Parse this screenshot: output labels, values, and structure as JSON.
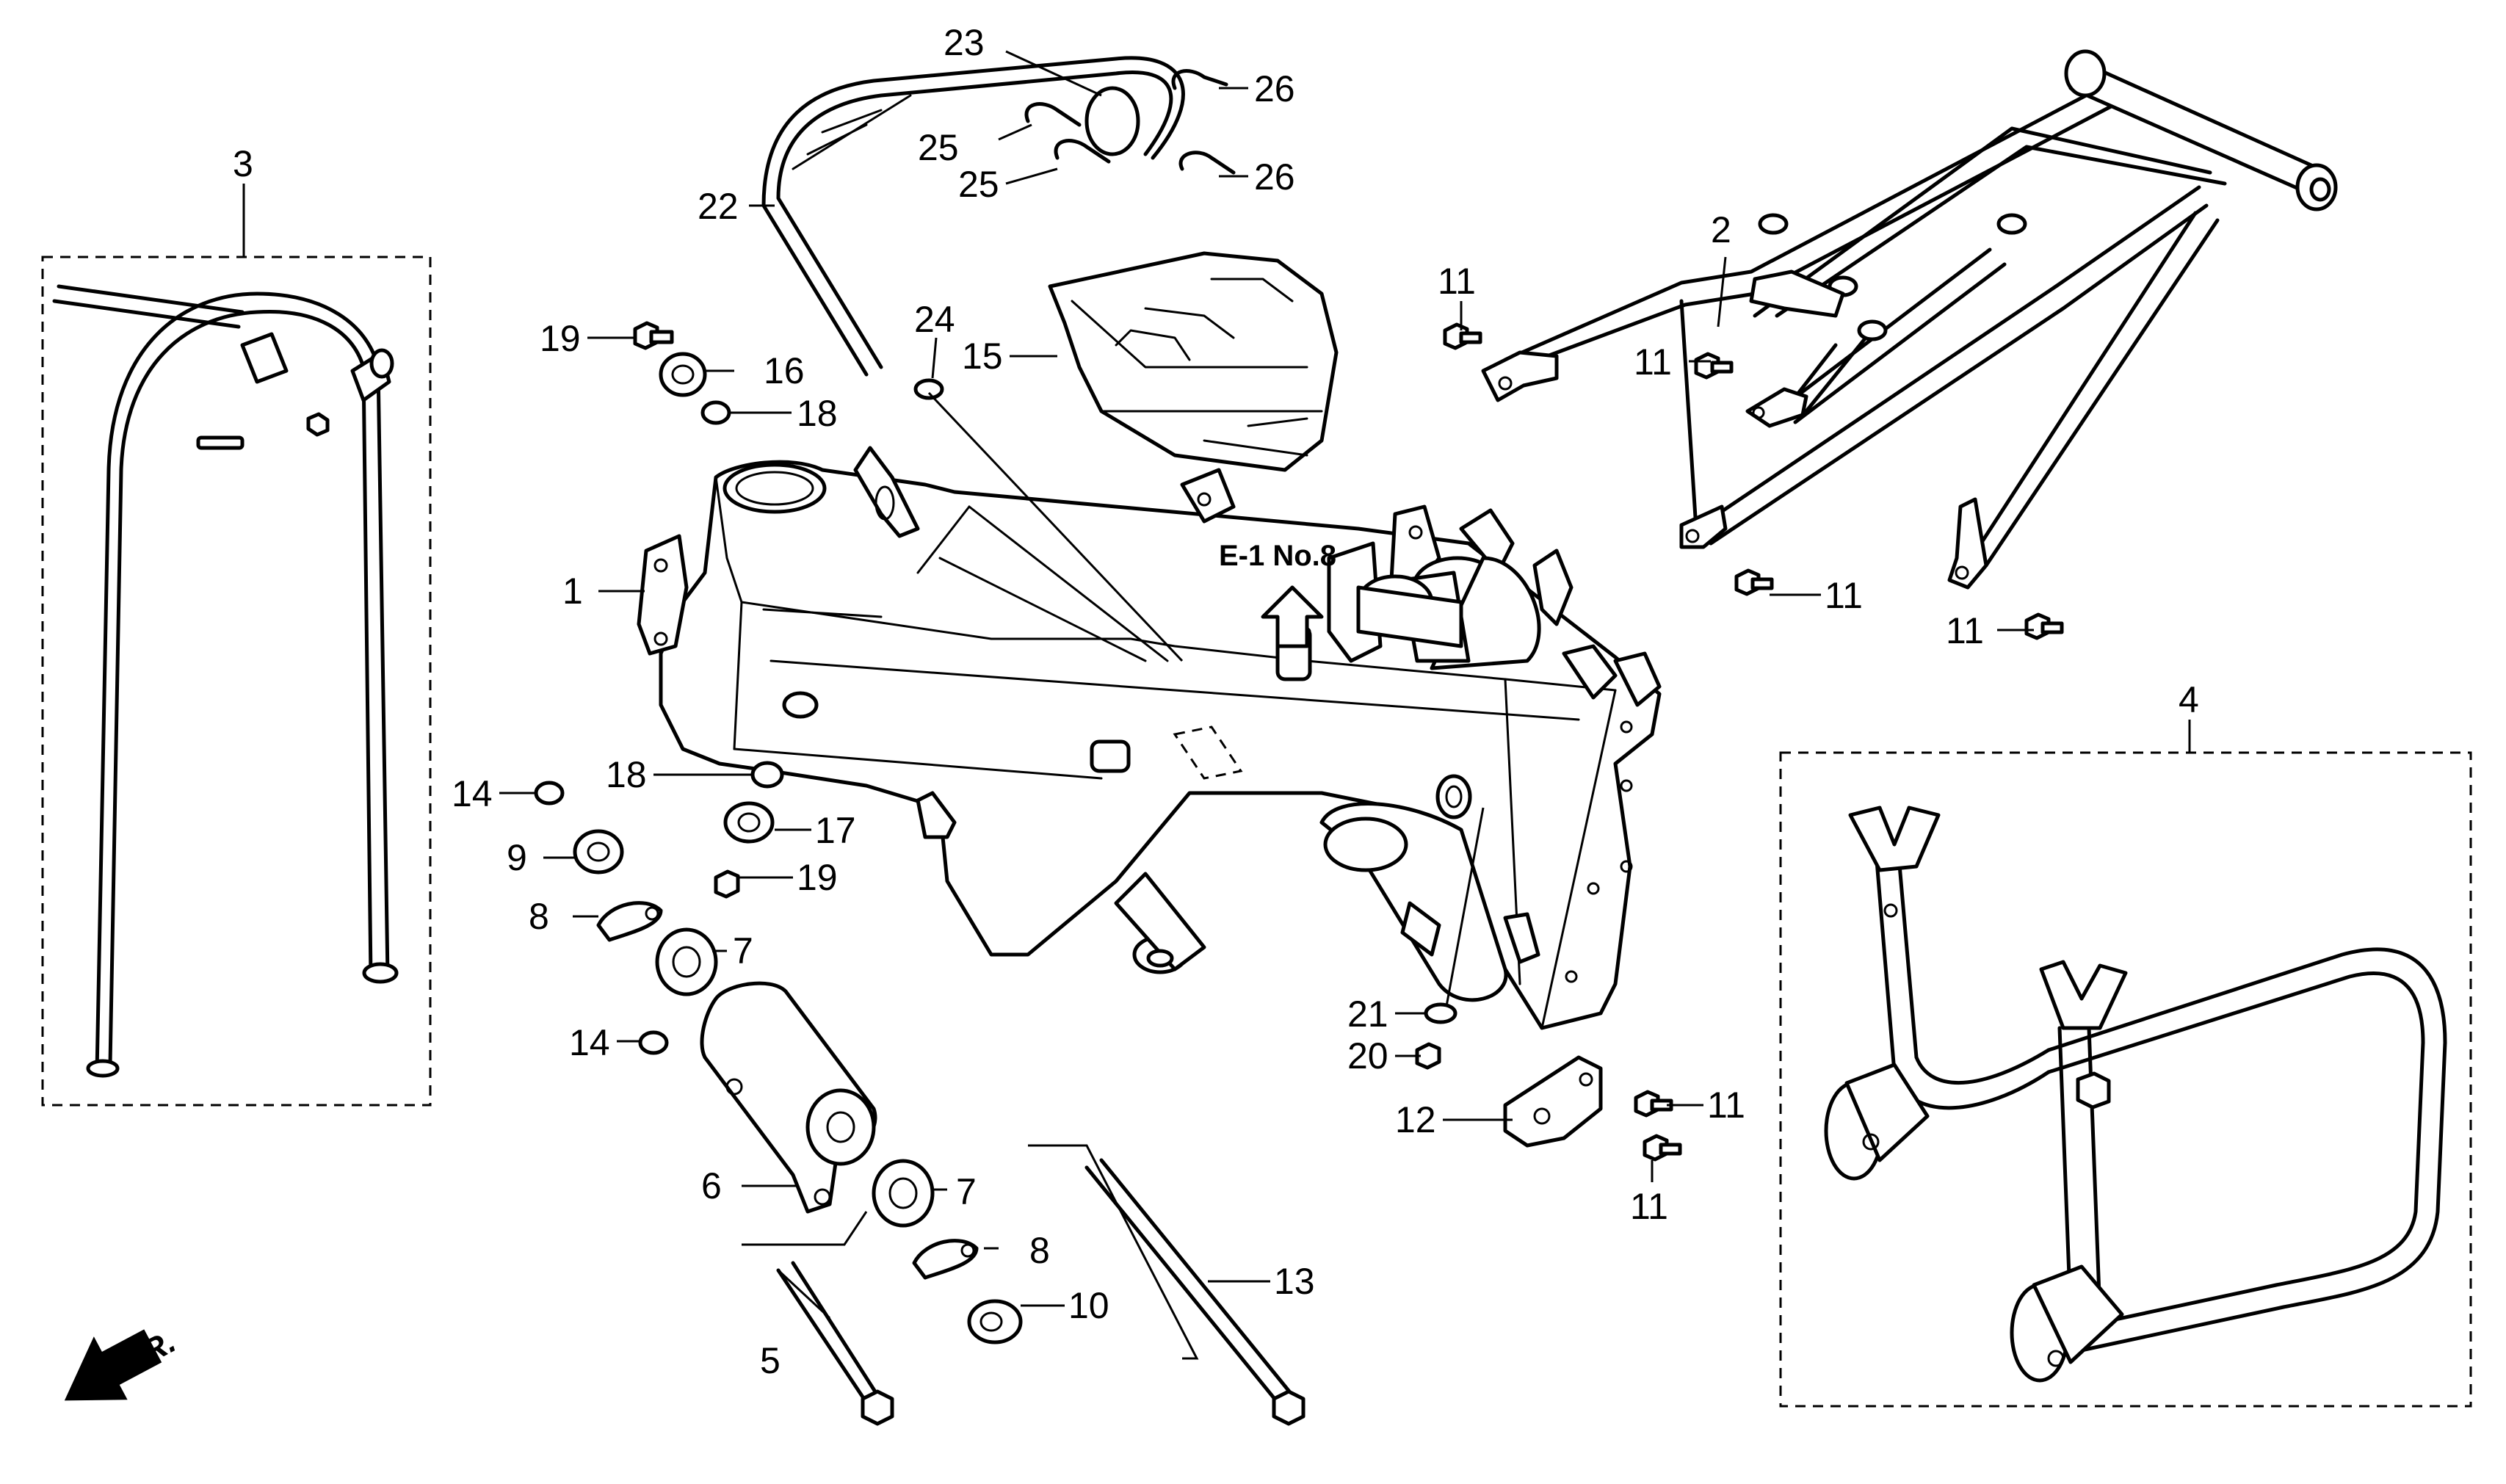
{
  "reference": "E-1 No.8",
  "direction": "FR.",
  "callouts": [
    {
      "id": "c1",
      "label": "1"
    },
    {
      "id": "c2",
      "label": "2"
    },
    {
      "id": "c3",
      "label": "3"
    },
    {
      "id": "c4",
      "label": "4"
    },
    {
      "id": "c5",
      "label": "5"
    },
    {
      "id": "c6",
      "label": "6"
    },
    {
      "id": "c7a",
      "label": "7"
    },
    {
      "id": "c7b",
      "label": "7"
    },
    {
      "id": "c8a",
      "label": "8"
    },
    {
      "id": "c8b",
      "label": "8"
    },
    {
      "id": "c9",
      "label": "9"
    },
    {
      "id": "c10",
      "label": "10"
    },
    {
      "id": "c11a",
      "label": "11"
    },
    {
      "id": "c11b",
      "label": "11"
    },
    {
      "id": "c11c",
      "label": "11"
    },
    {
      "id": "c11d",
      "label": "11"
    },
    {
      "id": "c11e",
      "label": "11"
    },
    {
      "id": "c11f",
      "label": "11"
    },
    {
      "id": "c12",
      "label": "12"
    },
    {
      "id": "c13",
      "label": "13"
    },
    {
      "id": "c14a",
      "label": "14"
    },
    {
      "id": "c14b",
      "label": "14"
    },
    {
      "id": "c15",
      "label": "15"
    },
    {
      "id": "c16",
      "label": "16"
    },
    {
      "id": "c17",
      "label": "17"
    },
    {
      "id": "c18a",
      "label": "18"
    },
    {
      "id": "c18b",
      "label": "18"
    },
    {
      "id": "c19a",
      "label": "19"
    },
    {
      "id": "c19b",
      "label": "19"
    },
    {
      "id": "c20",
      "label": "20"
    },
    {
      "id": "c21",
      "label": "21"
    },
    {
      "id": "c22",
      "label": "22"
    },
    {
      "id": "c23",
      "label": "23"
    },
    {
      "id": "c24",
      "label": "24"
    },
    {
      "id": "c25a",
      "label": "25"
    },
    {
      "id": "c25b",
      "label": "25"
    },
    {
      "id": "c26a",
      "label": "26"
    },
    {
      "id": "c26b",
      "label": "26"
    }
  ]
}
